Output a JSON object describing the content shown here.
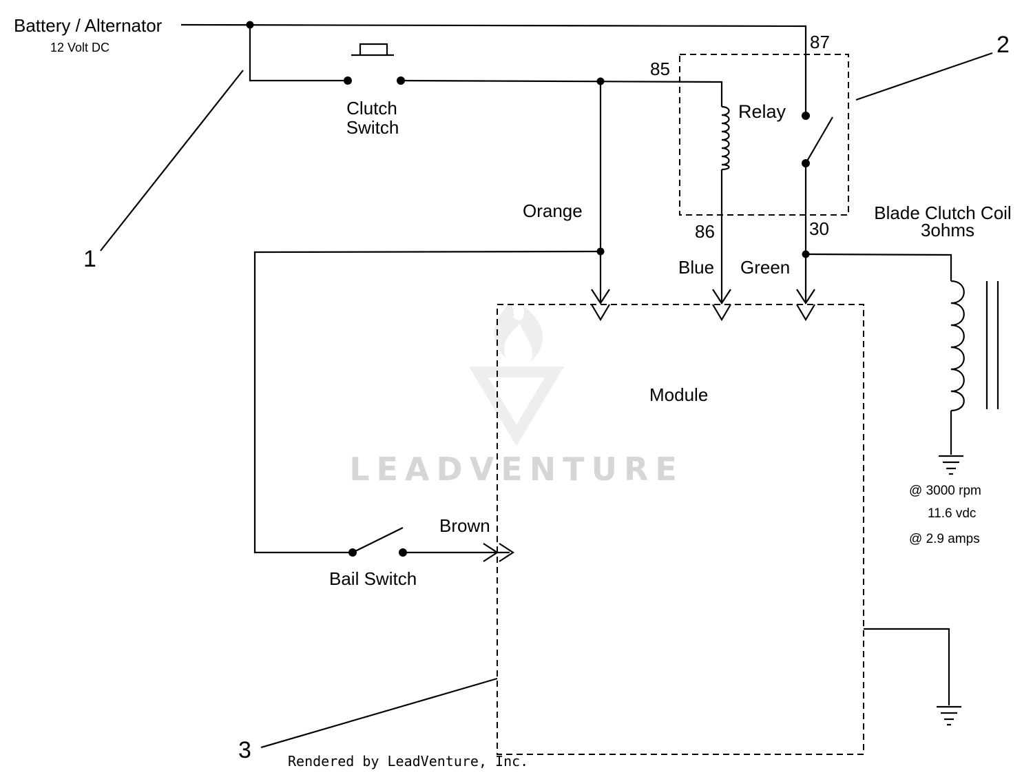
{
  "labels": {
    "battery": "Battery / Alternator",
    "battery_voltage": "12 Volt DC",
    "clutch_switch_line1": "Clutch",
    "clutch_switch_line2": "Switch",
    "relay": "Relay",
    "pin_85": "85",
    "pin_86": "86",
    "pin_87": "87",
    "pin_30": "30",
    "wire_orange": "Orange",
    "wire_blue": "Blue",
    "wire_green": "Green",
    "wire_brown": "Brown",
    "module": "Module",
    "bail_switch": "Bail Switch",
    "coil_line1": "Blade Clutch Coil",
    "coil_line2": "3ohms",
    "spec_rpm": "@ 3000 rpm",
    "spec_vdc": "11.6 vdc",
    "spec_amps": "@ 2.9 amps"
  },
  "callouts": {
    "c1": "1",
    "c2": "2",
    "c3": "3"
  },
  "watermark": {
    "brand": "LEADVENTURE",
    "credit": "Rendered by LeadVenture, Inc."
  }
}
